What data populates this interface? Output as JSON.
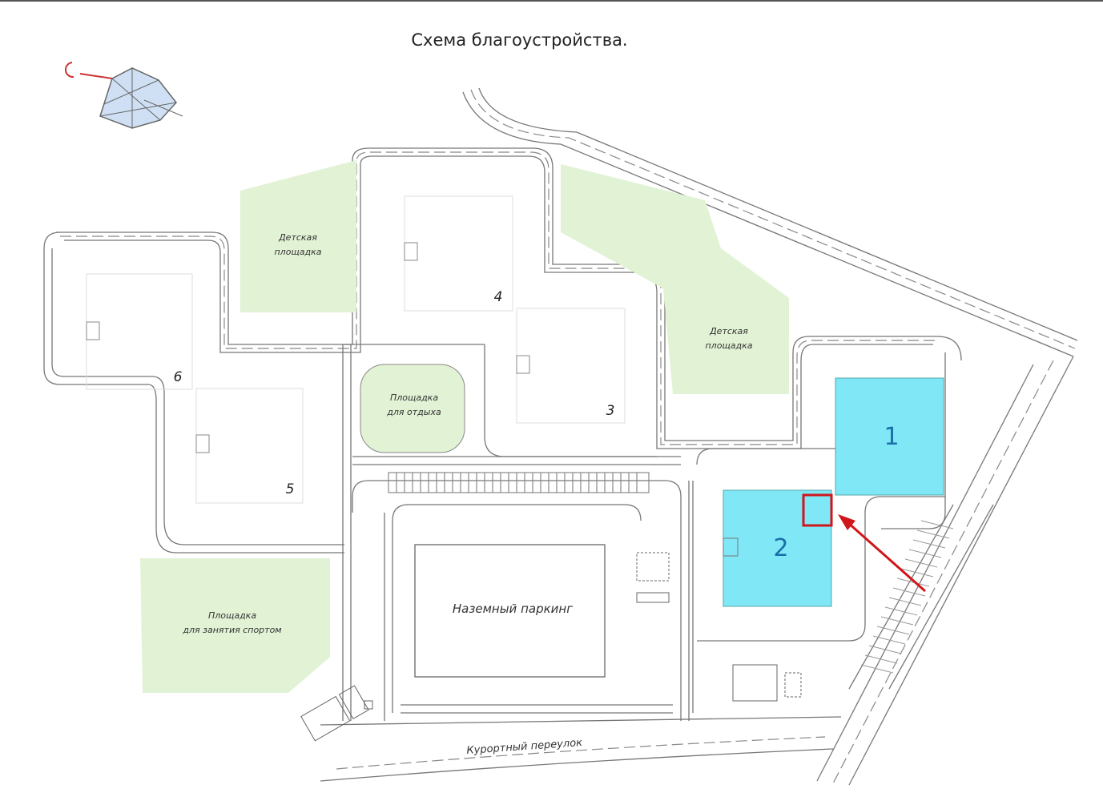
{
  "title": "Схема благоустройства.",
  "areas": {
    "playground_1": [
      "Детская",
      "площадка"
    ],
    "playground_2": [
      "Детская",
      "площадка"
    ],
    "rest_area": [
      "Площадка",
      "для отдыха"
    ],
    "sports_area": [
      "Площадка",
      "для занятия спортом"
    ],
    "parking": "Наземный паркинг",
    "street": "Курортный переулок"
  },
  "buildings": [
    "1",
    "2",
    "3",
    "4",
    "5",
    "6"
  ],
  "colors": {
    "green": "#e2f2d4",
    "cyan": "#7fe7f6",
    "highlight": "#d0151b"
  }
}
